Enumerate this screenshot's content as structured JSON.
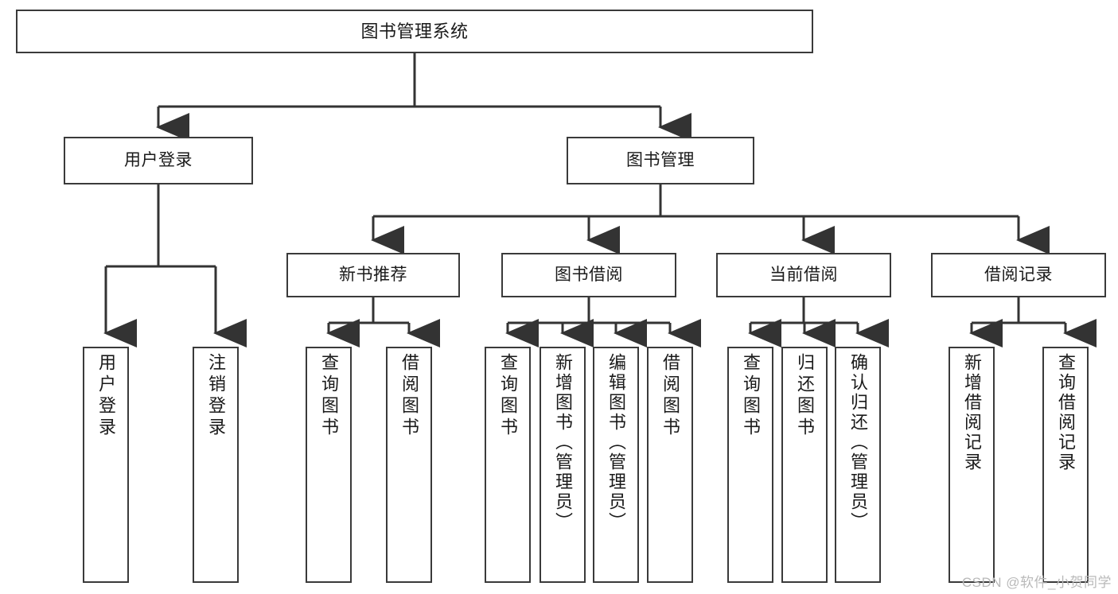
{
  "diagram": {
    "title": "图书管理系统",
    "type": "tree-hierarchy-diagram",
    "colors": {
      "box_border": "#3a3a3a",
      "box_fill": "#ffffff",
      "edge": "#333333",
      "text": "#1a1a1a",
      "watermark": "#b9b9b9",
      "background": "#ffffff"
    },
    "root": {
      "label": "图书管理系统"
    },
    "level2": [
      {
        "label": "用户登录"
      },
      {
        "label": "图书管理"
      }
    ],
    "level3": [
      {
        "label": "新书推荐"
      },
      {
        "label": "图书借阅"
      },
      {
        "label": "当前借阅"
      },
      {
        "label": "借阅记录"
      }
    ],
    "leaves": {
      "user_login": [
        {
          "label": "用户登录"
        },
        {
          "label": "注销登录"
        }
      ],
      "new_book_recommend": [
        {
          "label": "查询图书"
        },
        {
          "label": "借阅图书"
        }
      ],
      "book_borrow": [
        {
          "label": "查询图书"
        },
        {
          "label": "新增图书（管理员）"
        },
        {
          "label": "编辑图书（管理员）"
        },
        {
          "label": "借阅图书"
        }
      ],
      "current_borrow": [
        {
          "label": "查询图书"
        },
        {
          "label": "归还图书"
        },
        {
          "label": "确认归还（管理员）"
        }
      ],
      "borrow_record": [
        {
          "label": "新增借阅记录"
        },
        {
          "label": "查询借阅记录"
        }
      ]
    },
    "watermark": "CSDN @软件_小贺同学"
  }
}
